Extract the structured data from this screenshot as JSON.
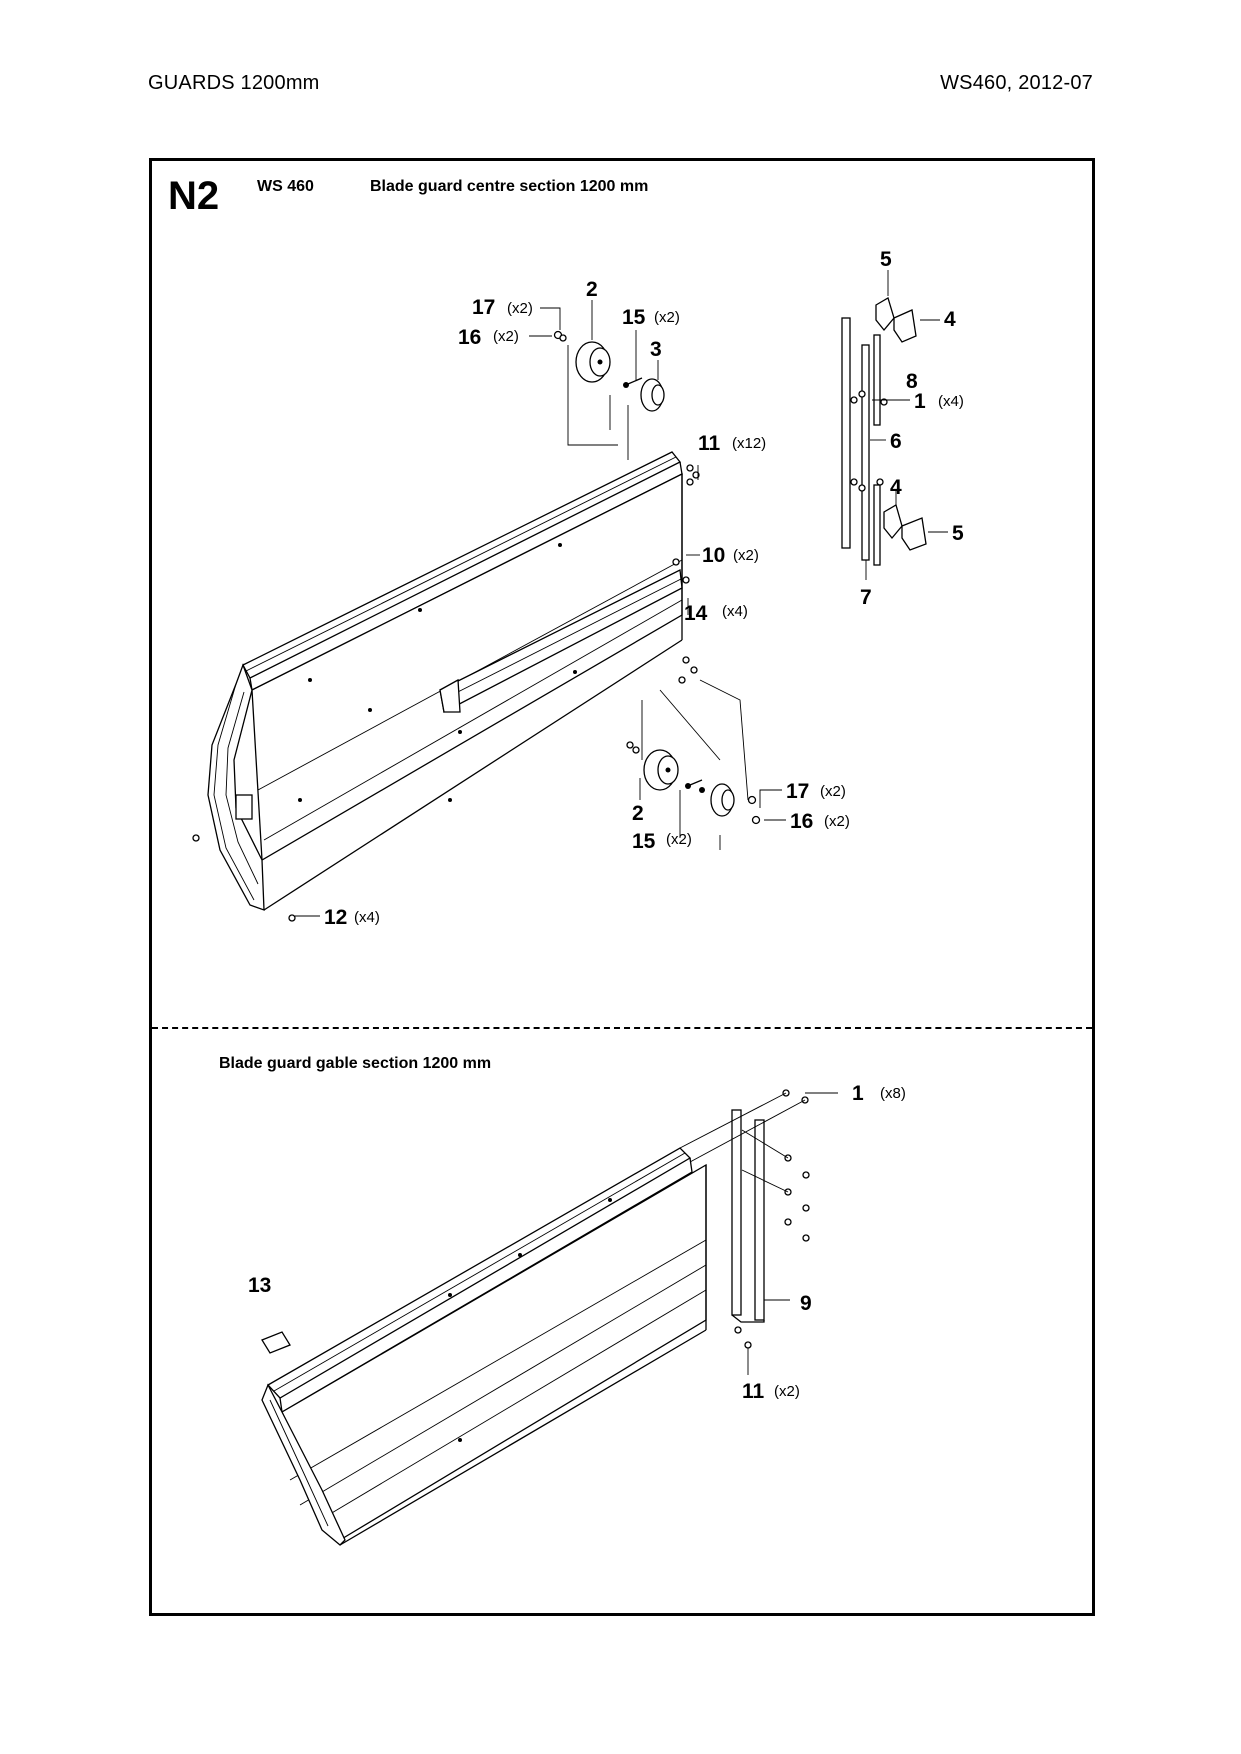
{
  "header": {
    "left": "GUARDS  1200mm",
    "right": "WS460, 2012-07"
  },
  "sheet": {
    "code": "N2",
    "model": "WS 460"
  },
  "sections": {
    "centre_title": "Blade guard centre section 1200 mm",
    "gable_title": "Blade guard gable section 1200 mm"
  },
  "callouts": [
    {
      "id": "c17a",
      "num": "17",
      "qty": "(x2)"
    },
    {
      "id": "c16a",
      "num": "16",
      "qty": "(x2)"
    },
    {
      "id": "c2a",
      "num": "2",
      "qty": ""
    },
    {
      "id": "c15a",
      "num": "15",
      "qty": "(x2)"
    },
    {
      "id": "c3",
      "num": "3",
      "qty": ""
    },
    {
      "id": "c11a",
      "num": "11",
      "qty": "(x12)"
    },
    {
      "id": "c10",
      "num": "10",
      "qty": "(x2)"
    },
    {
      "id": "c14",
      "num": "14",
      "qty": "(x4)"
    },
    {
      "id": "c5a",
      "num": "5",
      "qty": ""
    },
    {
      "id": "c4a",
      "num": "4",
      "qty": ""
    },
    {
      "id": "c8",
      "num": "8",
      "qty": ""
    },
    {
      "id": "c1a",
      "num": "1",
      "qty": "(x4)"
    },
    {
      "id": "c6",
      "num": "6",
      "qty": ""
    },
    {
      "id": "c4b",
      "num": "4",
      "qty": ""
    },
    {
      "id": "c5b",
      "num": "5",
      "qty": ""
    },
    {
      "id": "c7",
      "num": "7",
      "qty": ""
    },
    {
      "id": "c2b",
      "num": "2",
      "qty": ""
    },
    {
      "id": "c15b",
      "num": "15",
      "qty": "(x2)"
    },
    {
      "id": "c17b",
      "num": "17",
      "qty": "(x2)"
    },
    {
      "id": "c16b",
      "num": "16",
      "qty": "(x2)"
    },
    {
      "id": "c12",
      "num": "12",
      "qty": "(x4)"
    },
    {
      "id": "c1b",
      "num": "1",
      "qty": "(x8)"
    },
    {
      "id": "c13",
      "num": "13",
      "qty": ""
    },
    {
      "id": "c9",
      "num": "9",
      "qty": ""
    },
    {
      "id": "c11b",
      "num": "11",
      "qty": "(x2)"
    }
  ]
}
